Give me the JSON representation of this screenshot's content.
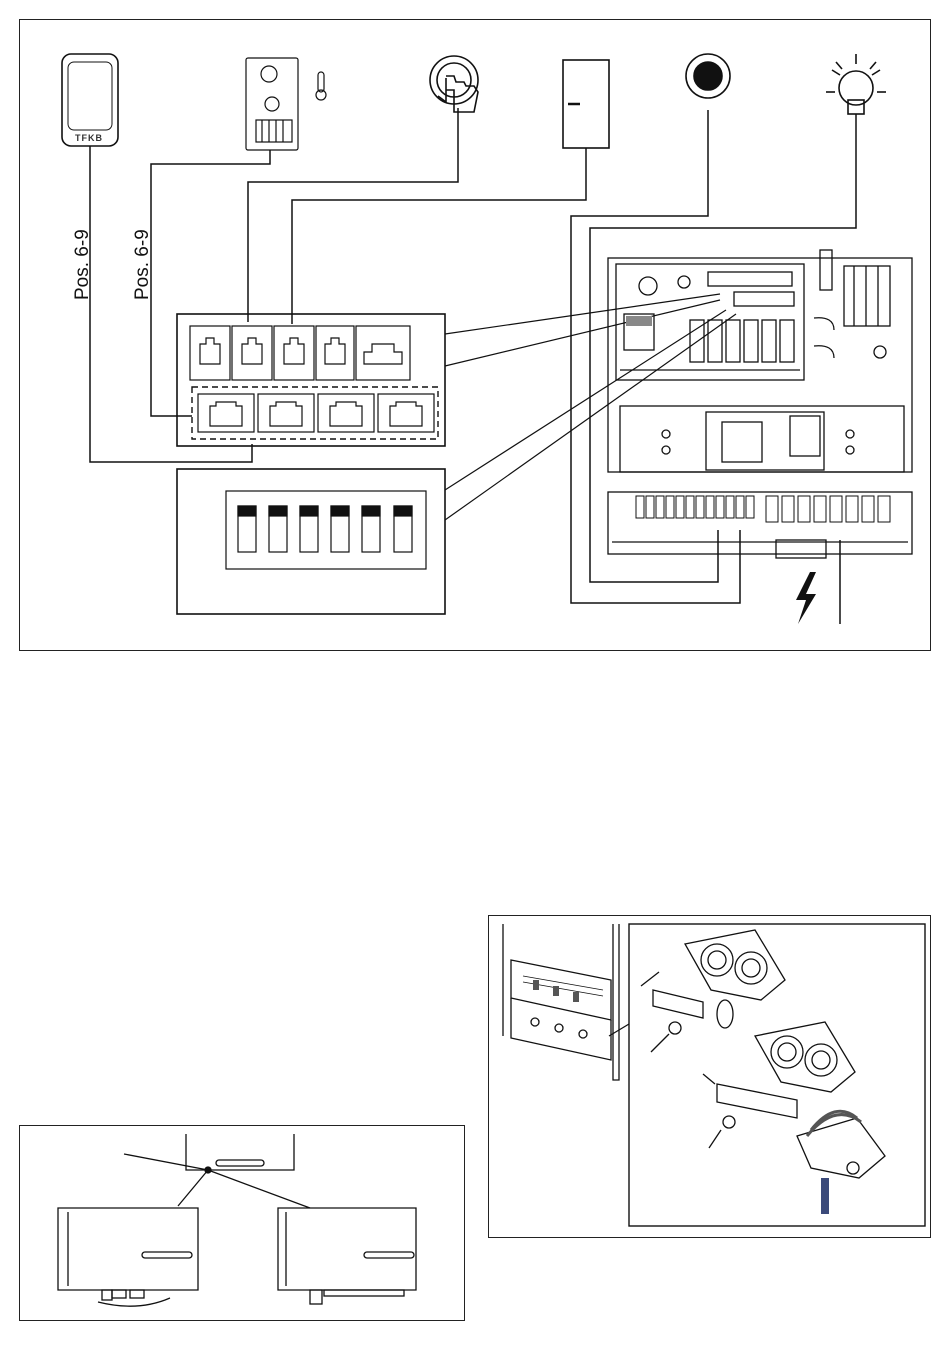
{
  "wiring_diagram": {
    "reader_logo": "TFKB",
    "label_left": "Pos. 6-9",
    "label_right": "Pos. 6-9"
  },
  "icons": {
    "card_reader": "card-reader-icon",
    "temperature_sensor": "temperature-sensor-board-icon",
    "push_button": "push-button-icon",
    "door_contact": "door-contact-icon",
    "signal_button": "round-button-icon",
    "warning_lamp": "lamp-icon",
    "power": "lightning-icon"
  },
  "colors": {
    "line": "#111111",
    "grey": "#888888",
    "strap": "#3b4a7a"
  }
}
